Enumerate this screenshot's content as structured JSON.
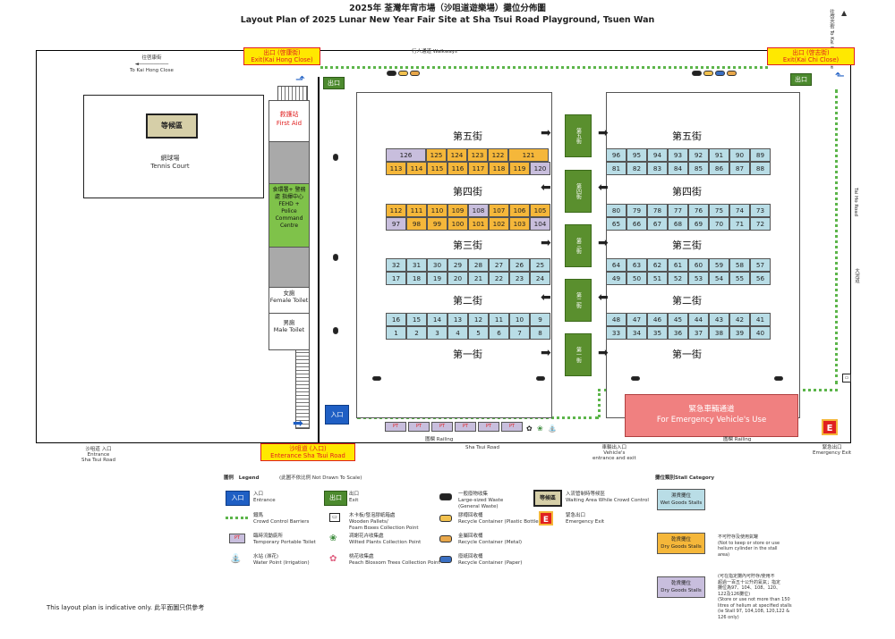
{
  "title": {
    "zh": "2025年 荃灣年宵市場（沙咀道遊樂場）攤位分佈圖",
    "en": "Layout Plan of 2025 Lunar New Year Fair Site at Sha Tsui Road Playground, Tsuen Wan"
  },
  "top_labels": {
    "to_kai_hong": "往啓康街",
    "to_kai_hong_en": "To Kai Hong Close",
    "walkways": "行人通道 Walkways",
    "to_kai_chi": "往啓志街",
    "to_kai_chi_en": "To Kai Chi Close"
  },
  "exits": {
    "left_zh": "出口 (啓康街)",
    "left_en": "Exit(Kai Hong Close)",
    "right_zh": "出口 (啓志街)",
    "right_en": "Exit(Kai Chi Close)",
    "exit_label": "出口",
    "entrance_label": "入口",
    "main_entrance_zh": "沙咀道 (入口)",
    "main_entrance_en": "Enterance Sha Tsui Road",
    "emergency_zh": "緊急車輛通道",
    "emergency_en": "For Emergency Vehicle's Use",
    "emergency_badge": "E"
  },
  "facilities": {
    "waiting_area": "等候區",
    "tennis_zh": "網球場",
    "tennis_en": "Tennis Court",
    "first_aid_zh": "救護站",
    "first_aid_en": "First Aid",
    "command_zh": "食環署+ 警務處 指揮中心",
    "command_en": "FEHD + Police Command Centre",
    "female_zh": "女廁",
    "female_en": "Female Toilet",
    "male_zh": "男廁",
    "male_en": "Male Toilet",
    "pt": "PT"
  },
  "streets": {
    "s5": "第五街",
    "s4": "第四街",
    "s3": "第三街",
    "s2": "第二街",
    "s1": "第一街",
    "v5": "第五街",
    "v4": "第四街",
    "v3": "第三街",
    "v2": "第二街",
    "v1": "第一街"
  },
  "stalls": {
    "left_row_a": [
      {
        "n": "126",
        "t": "drylav",
        "w": 2
      },
      {
        "n": "125",
        "t": "dry"
      },
      {
        "n": "124",
        "t": "dry"
      },
      {
        "n": "123",
        "t": "dry"
      },
      {
        "n": "122",
        "t": "dry"
      },
      {
        "n": "121",
        "t": "dry",
        "w": 2
      }
    ],
    "left_row_b": [
      "113",
      "114",
      "115",
      "116",
      "117",
      "118",
      "119",
      "120"
    ],
    "left_row_c": [
      "112",
      "111",
      "110",
      "109",
      "108",
      "107",
      "106",
      "105"
    ],
    "left_row_d": [
      "97",
      "98",
      "99",
      "100",
      "101",
      "102",
      "103",
      "104"
    ],
    "left_row_e": [
      "32",
      "31",
      "30",
      "29",
      "28",
      "27",
      "26",
      "25"
    ],
    "left_row_f": [
      "17",
      "18",
      "19",
      "20",
      "21",
      "22",
      "23",
      "24"
    ],
    "left_row_g": [
      "16",
      "15",
      "14",
      "13",
      "12",
      "11",
      "10",
      "9"
    ],
    "left_row_h": [
      "1",
      "2",
      "3",
      "4",
      "5",
      "6",
      "7",
      "8"
    ],
    "right_row_a": [
      "96",
      "95",
      "94",
      "93",
      "92",
      "91",
      "90",
      "89"
    ],
    "right_row_b": [
      "81",
      "82",
      "83",
      "84",
      "85",
      "86",
      "87",
      "88"
    ],
    "right_row_c": [
      "80",
      "79",
      "78",
      "77",
      "76",
      "75",
      "74",
      "73"
    ],
    "right_row_d": [
      "65",
      "66",
      "67",
      "68",
      "69",
      "70",
      "71",
      "72"
    ],
    "right_row_e": [
      "64",
      "63",
      "62",
      "61",
      "60",
      "59",
      "58",
      "57"
    ],
    "right_row_f": [
      "49",
      "50",
      "51",
      "52",
      "53",
      "54",
      "55",
      "56"
    ],
    "right_row_g": [
      "48",
      "47",
      "46",
      "45",
      "44",
      "43",
      "42",
      "41"
    ],
    "right_row_h": [
      "33",
      "34",
      "35",
      "36",
      "37",
      "38",
      "39",
      "40"
    ]
  },
  "road_labels": {
    "tai_ho": "Tai Ho Road",
    "tai_ho_zh": "大河道",
    "railing": "圍欄 Railing",
    "sha_tsui_road": "Sha Tsui Road",
    "sha_tsui_entrance_zh": "沙咀道 入口",
    "sha_tsui_entrance_en1": "Entrance",
    "sha_tsui_entrance_en2": "Sha Tsui Road",
    "vehicle_zh": "車輛出入口",
    "vehicle_en1": "Vehicle's",
    "vehicle_en2": "entrance and exit",
    "railing2": "圍欄 Railing",
    "emergency_exit_zh": "緊急出口",
    "emergency_exit_en": "Emergency Exit"
  },
  "legend": {
    "title_zh": "圖例",
    "title_en": "Legend",
    "scale_note": "(此圖不依比例   Not Drawn To Scale)",
    "entrance_zh": "入口",
    "entrance_en": "Entrance",
    "exit_zh": "出口",
    "exit_en": "Exit",
    "general_waste_zh": "一般廢物收集",
    "general_waste_en1": "Large-sized Waste",
    "general_waste_en2": "(General Waste)",
    "waiting_zh": "入流管制時等候區",
    "waiting_en": "Waiting Area While Crowd Control",
    "barrier_zh": "鐵馬",
    "barrier_en": "Crowd Control Barriers",
    "pallets_zh": "木卡板/發泡膠紙箱處",
    "pallets_en1": "Wooden Pallets/",
    "pallets_en2": "Foam Boxes Collection Point",
    "plastic_zh": "膠樽回收桶",
    "plastic_en": "Recycle Container (Plastic Bottle)",
    "emexit_zh": "緊急出口",
    "emexit_en": "Emergency Exit",
    "toilet_zh": "臨時流動廁所",
    "toilet_en": "Temporary Portable Toilet",
    "wilted_zh": "凋謝花卉收集處",
    "wilted_en": "Wilted Plants Collection Point",
    "metal_zh": "金屬回收桶",
    "metal_en": "Recycle Container (Metal)",
    "water_zh": "水站 (淋花)",
    "water_en": "Water Point (Irrigation)",
    "peach_zh": "桃花收集處",
    "peach_en": "Peach Blossom Trees Collection Point",
    "paper_zh": "廢紙回收桶",
    "paper_en": "Recycle Container (Paper)",
    "waiting_icon": "等候區",
    "e_icon": "E",
    "pt_icon": "PT"
  },
  "stall_category": {
    "title": "攤位類別Stall Category",
    "wet_zh": "濕貨攤位",
    "wet_en": "Wet Goods Stalls",
    "dry_zh": "乾貨攤位",
    "dry_en": "Dry Goods Stalls",
    "dry_note1": "不可貯存及使用氣罐",
    "dry_note2": "(Not to keep or store or use",
    "dry_note3": "helium cylinder in the stall",
    "dry_note4": "area)",
    "drylav_zh": "乾貨攤位",
    "drylav_en": "Dry Goods Stalls",
    "lav_note1": "(可在指定攤內可貯存/使用不",
    "lav_note2": "超過一百五十公升的氦氣；指定",
    "lav_note3": "攤位為97、104、108、120、",
    "lav_note4": "122及126攤位)",
    "lav_note5": "(Store or use not more than 150",
    "lav_note6": "litres of helium at specified stalls",
    "lav_note7": "(ie Stall 97, 104,108, 120,122 &",
    "lav_note8": "126 only)"
  },
  "footer": "This layout plan is indicative only. 此平面圖只供參考",
  "colors": {
    "wet": "#b9dde6",
    "dry": "#f5b73a",
    "drylav": "#c8bedd",
    "green": "#5a8f2e",
    "exit_yellow": "#ffe800",
    "emergency": "#f08080",
    "entrance_blue": "#1f5fc4"
  }
}
